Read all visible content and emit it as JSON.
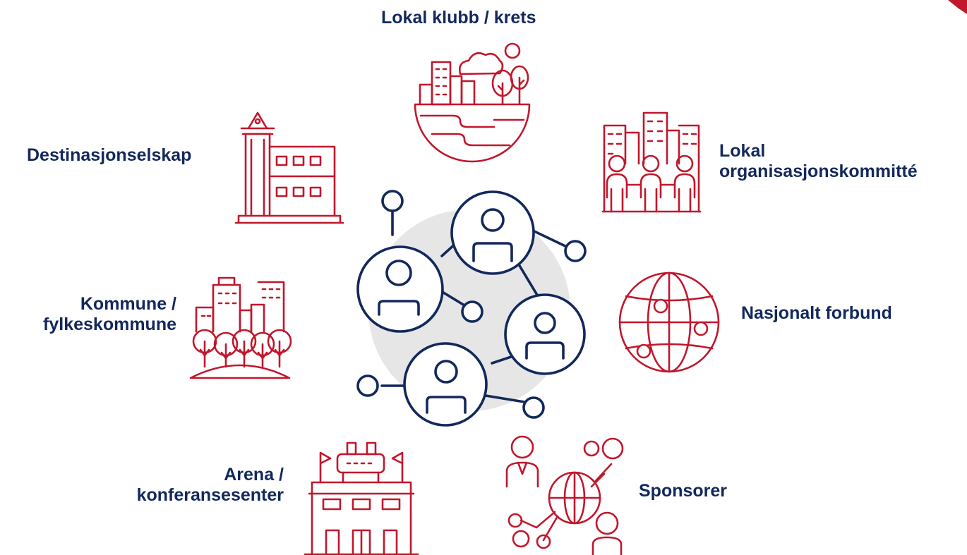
{
  "colors": {
    "accent": "#c1172c",
    "navy": "#13285c",
    "hub_bg": "#e6e6e6"
  },
  "center": {
    "icon": "network-people-icon"
  },
  "stakeholders": [
    {
      "id": "lokal-klubb",
      "lines": [
        "Lokal klubb / krets"
      ],
      "icon": "city-park-icon"
    },
    {
      "id": "lokal-organisasjonskomitte",
      "lines": [
        "Lokal",
        "organisasjonskommitté"
      ],
      "icon": "people-city-icon"
    },
    {
      "id": "nasjonalt-forbund",
      "lines": [
        "Nasjonalt forbund"
      ],
      "icon": "globe-icon"
    },
    {
      "id": "sponsorer",
      "lines": [
        "Sponsorer"
      ],
      "icon": "global-network-people-icon"
    },
    {
      "id": "arena",
      "lines": [
        "Arena /",
        "konferansesenter"
      ],
      "icon": "arena-building-icon"
    },
    {
      "id": "kommune",
      "lines": [
        "Kommune /",
        "fylkeskommune"
      ],
      "icon": "city-trees-icon"
    },
    {
      "id": "destinasjonselskap",
      "lines": [
        "Destinasjonselskap"
      ],
      "icon": "tower-building-icon"
    }
  ]
}
